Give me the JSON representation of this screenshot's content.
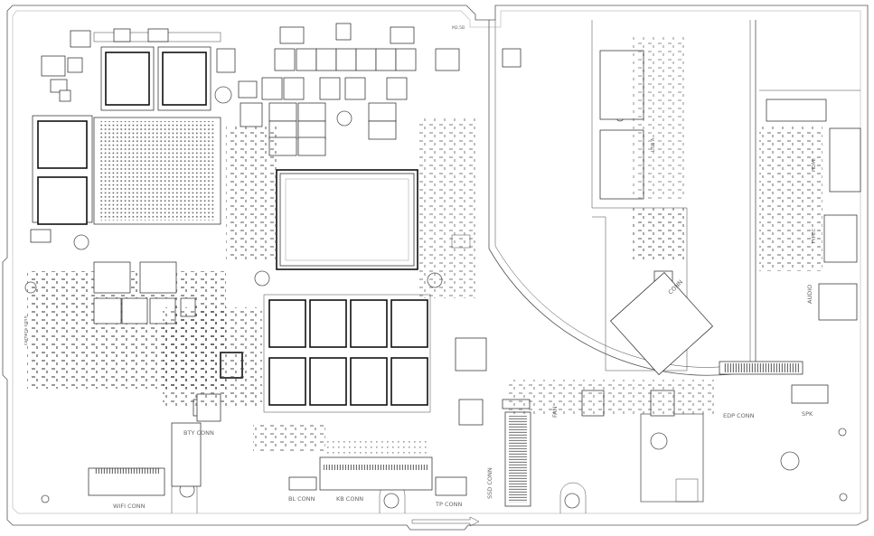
{
  "labels": {
    "m2x35": "M2.5B",
    "camera_conn": "camera conn",
    "bty_conn": "BTY CONN",
    "wifi_conn": "WIFI CONN",
    "bl_conn": "BL CONN",
    "kb_conn": "KB CONN",
    "tp_conn": "TP CONN",
    "ssd_conn": "SSD CONN",
    "fan": "FAN",
    "edp_conn": "EDP CONN",
    "spk": "SPK",
    "audio": "AUDIO",
    "typec": "TYPEC",
    "hdmi": "HDMI",
    "usb_a": "USB A",
    "conn": "CONN"
  },
  "colors": {
    "outline": "#555555",
    "component": "#222222",
    "label": "#666666",
    "background": "#ffffff"
  }
}
